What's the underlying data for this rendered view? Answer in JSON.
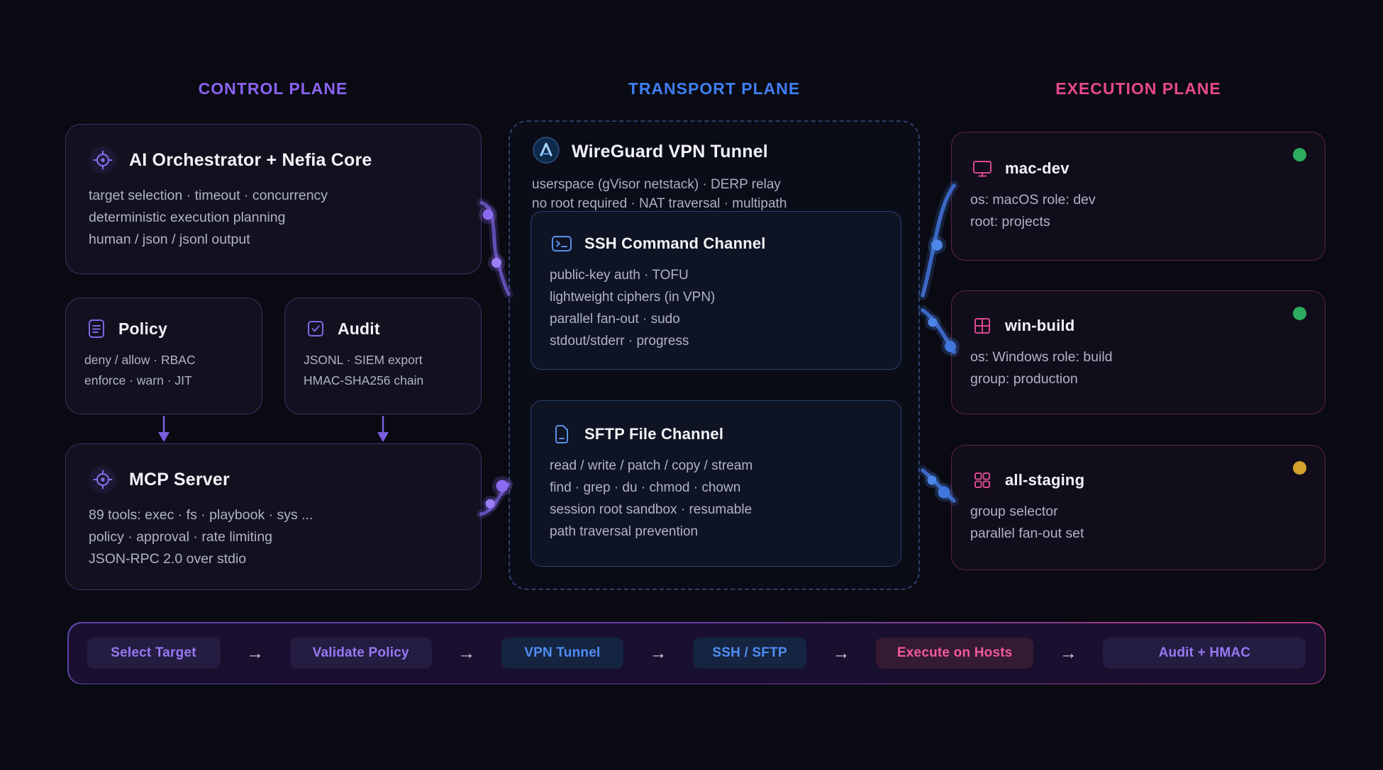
{
  "planes": {
    "control": {
      "title": "CONTROL PLANE",
      "color": "#8a63f0"
    },
    "transport": {
      "title": "TRANSPORT PLANE",
      "color": "#3f7ff2"
    },
    "execution": {
      "title": "EXECUTION PLANE",
      "color": "#e8488f"
    }
  },
  "control": {
    "orchestrator": {
      "icon": "target-icon",
      "title": "AI Orchestrator + Nefia Core",
      "lines": [
        "target selection · timeout · concurrency",
        "deterministic execution planning",
        "human / json / jsonl output"
      ]
    },
    "policy": {
      "icon": "file-text-icon",
      "title": "Policy",
      "lines": [
        "deny / allow · RBAC",
        "enforce · warn · JIT"
      ]
    },
    "audit": {
      "icon": "checkbox-icon",
      "title": "Audit",
      "lines": [
        "JSONL · SIEM export",
        "HMAC-SHA256 chain"
      ]
    },
    "mcp": {
      "icon": "target-icon",
      "title": "MCP Server",
      "lines": [
        "89 tools: exec · fs · playbook · sys ...",
        "policy · approval · rate limiting",
        "JSON-RPC 2.0 over stdio"
      ]
    }
  },
  "transport": {
    "wireguard": {
      "icon": "wireguard-logo-icon",
      "title": "WireGuard VPN Tunnel",
      "lines": [
        "userspace (gVisor netstack) · DERP relay",
        "no root required · NAT traversal · multipath"
      ]
    },
    "ssh": {
      "icon": "terminal-icon",
      "title": "SSH Command Channel",
      "lines": [
        "public-key auth · TOFU",
        "lightweight ciphers (in VPN)",
        "parallel fan-out · sudo",
        "stdout/stderr · progress"
      ]
    },
    "sftp": {
      "icon": "file-icon",
      "title": "SFTP File Channel",
      "lines": [
        "read / write / patch / copy / stream",
        "find · grep · du · chmod · chown",
        "session root sandbox · resumable",
        "path traversal prevention"
      ]
    }
  },
  "execution": {
    "hosts": [
      {
        "icon": "monitor-icon",
        "name": "mac-dev",
        "lines": [
          "os: macOS role: dev",
          "root: projects"
        ],
        "status_color": "#2dab5e"
      },
      {
        "icon": "window-grid-icon",
        "name": "win-build",
        "lines": [
          "os: Windows role: build",
          "group: production"
        ],
        "status_color": "#2dab5e"
      },
      {
        "icon": "grid-icon",
        "name": "all-staging",
        "lines": [
          "group selector",
          "parallel fan-out set"
        ],
        "status_color": "#d4a12c"
      }
    ]
  },
  "pipeline": {
    "arrow": "→",
    "steps": [
      {
        "label": "Select Target",
        "variant": "purple"
      },
      {
        "label": "Validate Policy",
        "variant": "purple"
      },
      {
        "label": "VPN Tunnel",
        "variant": "blue"
      },
      {
        "label": "SSH / SFTP",
        "variant": "blue"
      },
      {
        "label": "Execute on Hosts",
        "variant": "pink"
      },
      {
        "label": "Audit + HMAC",
        "variant": "purple"
      }
    ]
  },
  "colors": {
    "background": "#0a0a13",
    "accent_purple": "#8a63f0",
    "accent_blue": "#3f7ff2",
    "accent_pink": "#e8488f",
    "status_green": "#2dab5e",
    "status_amber": "#d4a12c"
  }
}
